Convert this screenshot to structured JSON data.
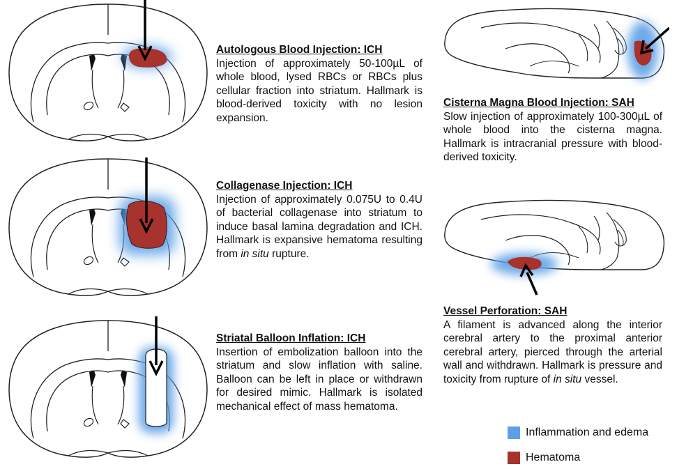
{
  "panels": [
    {
      "title": "Autologous Blood Injection: ICH",
      "body": "Injection of approximately 50-100µL of whole blood, lysed RBCs or RBCs plus cellular fraction into striatum. Hallmark is blood-derived toxicity with no lesion expansion."
    },
    {
      "title": "Collagenase Injection: ICH",
      "body_parts": [
        "Injection of approximately 0.075U to 0.4U of bacterial collagenase into striatum to induce basal lamina degradation and ICH. Hallmark is expansive hematoma resulting from ",
        "in situ",
        " rupture."
      ]
    },
    {
      "title": "Striatal Balloon Inflation: ICH",
      "body": "Insertion of embolization balloon into the striatum and slow inflation with saline. Balloon can be left in place or withdrawn for desired mimic. Hallmark is isolated mechanical effect of mass hematoma."
    },
    {
      "title": "Cisterna Magna Blood Injection: SAH",
      "body": "Slow injection of approximately 100-300µL of whole blood into the cisterna magna. Hallmark is intracranial pressure with blood-derived toxicity."
    },
    {
      "title": "Vessel Perforation: SAH",
      "body_parts": [
        "A filament is advanced along the interior cerebral artery to the proximal anterior cerebral artery, pierced through the arterial wall and withdrawn. Hallmark is pressure and toxicity from rupture of ",
        "in situ",
        " vessel."
      ]
    }
  ],
  "legend": [
    {
      "label": "Inflammation and edema",
      "color": "#5ea0e6"
    },
    {
      "label": "Hematoma",
      "color": "#a8322c"
    }
  ]
}
